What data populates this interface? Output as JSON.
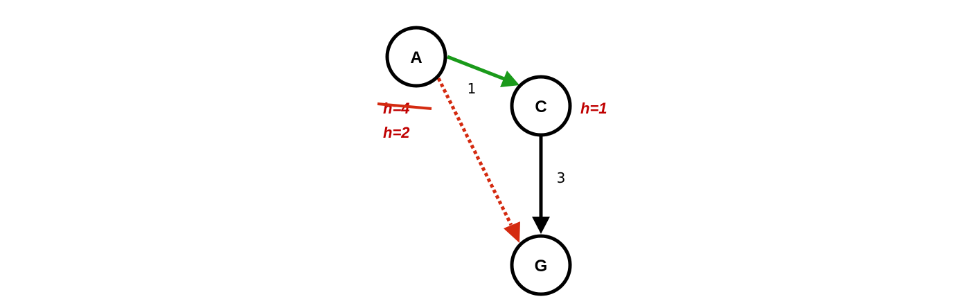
{
  "nodes": {
    "a": "A",
    "c": "C",
    "g": "G"
  },
  "edges": {
    "a_c_cost": "1",
    "c_g_cost": "3"
  },
  "heuristics": {
    "a_old": "h=4",
    "a_new": "h=2",
    "c": "h=1"
  },
  "colors": {
    "green_edge": "#1a9a1a",
    "red_edge": "#d42a10",
    "heuristic_text": "#c00000",
    "node_stroke": "#000000"
  }
}
